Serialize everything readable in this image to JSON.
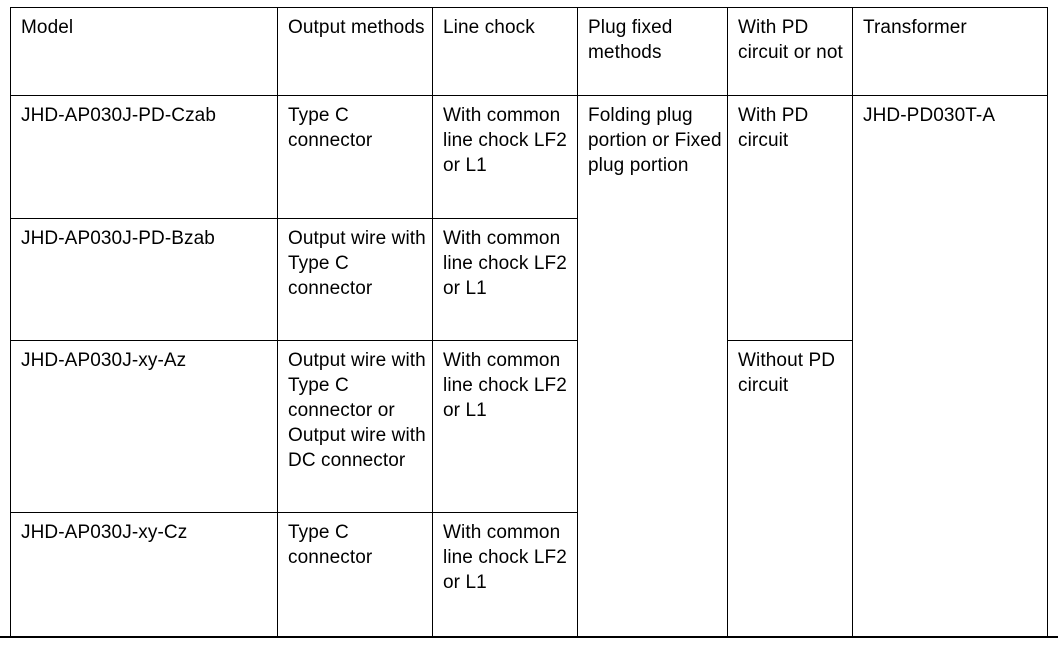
{
  "table": {
    "columns": [
      {
        "key": "model",
        "label": "Model"
      },
      {
        "key": "output",
        "label": "Output methods"
      },
      {
        "key": "chock",
        "label": "Line chock"
      },
      {
        "key": "plug",
        "label": "Plug fixed methods"
      },
      {
        "key": "pd",
        "label": "With PD circuit or not"
      },
      {
        "key": "transformer",
        "label": "Transformer"
      }
    ],
    "rows": [
      {
        "model": "JHD-AP030J-PD-Czab",
        "output": "Type C connector",
        "chock": "With common line chock LF2 or L1",
        "plug": "Folding plug portion or Fixed plug portion",
        "pd": "With PD circuit",
        "transformer": "JHD-PD030T-A"
      },
      {
        "model": "JHD-AP030J-PD-Bzab",
        "output": "Output wire with Type C connector",
        "chock": "With common line chock LF2 or L1"
      },
      {
        "model": "JHD-AP030J-xy-Az",
        "output": "Output wire with Type C connector or Output wire with DC connector",
        "chock": "With common line chock LF2 or L1",
        "pd": "Without PD circuit"
      },
      {
        "model": "JHD-AP030J-xy-Cz",
        "output": "Type C connector",
        "chock": "With common line chock LF2 or L1"
      }
    ]
  },
  "colors": {
    "text": "#000000",
    "border": "#000000",
    "background": "#ffffff"
  }
}
